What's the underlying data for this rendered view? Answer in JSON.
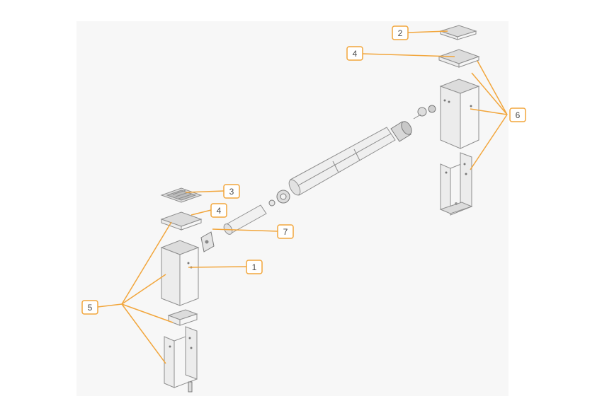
{
  "colors": {
    "accent": "#f2a63c",
    "background": "#ffffff",
    "panel": "#f7f7f7",
    "part_stroke": "#8e8e8e"
  },
  "callouts": [
    {
      "id": "c1",
      "label": "1"
    },
    {
      "id": "c2",
      "label": "2"
    },
    {
      "id": "c3",
      "label": "3"
    },
    {
      "id": "c4a",
      "label": "4"
    },
    {
      "id": "c4b",
      "label": "4"
    },
    {
      "id": "c5",
      "label": "5"
    },
    {
      "id": "c6",
      "label": "6"
    },
    {
      "id": "c7",
      "label": "7"
    }
  ]
}
